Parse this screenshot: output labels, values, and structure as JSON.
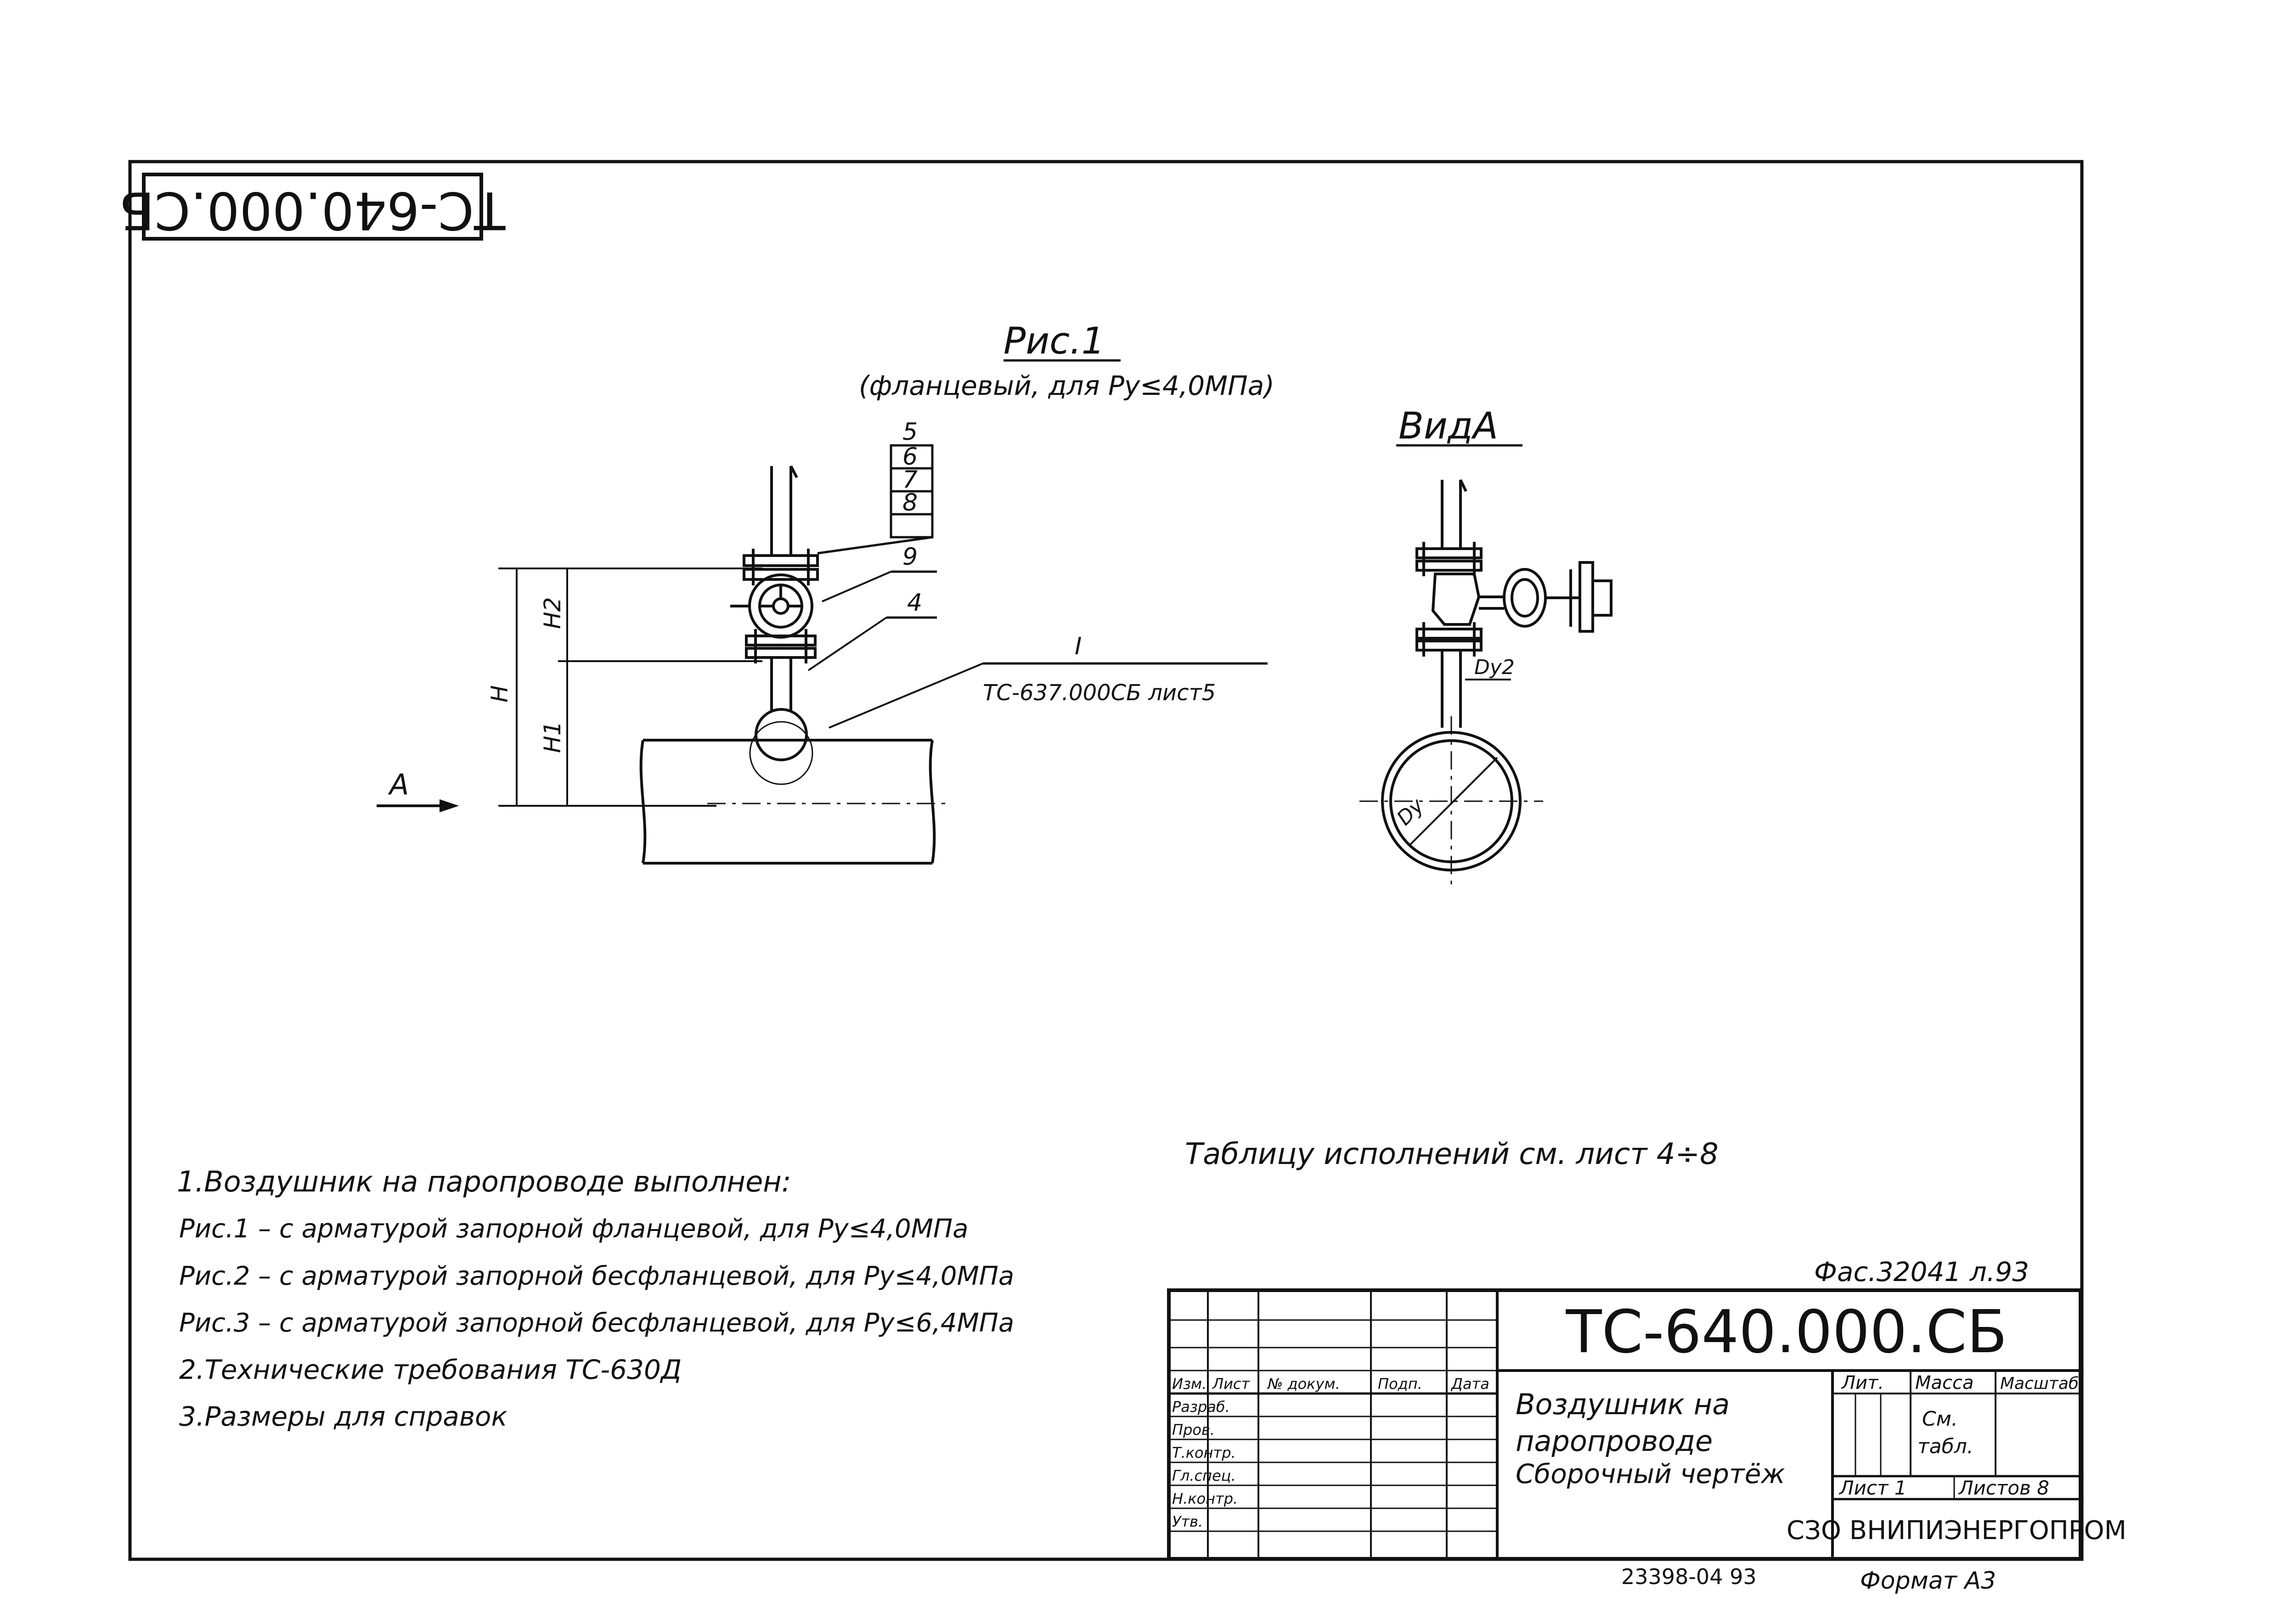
{
  "document": {
    "rotated_code": "ТС-640.000.СБ",
    "main_code": "ТС-640.000.СБ",
    "title_lines": [
      "Воздушник на",
      "паропроводе",
      "Сборочный чертёж"
    ],
    "inventory": "Фас.32041 л.93",
    "bottom_number": "23398-04 93",
    "format": "Формат А3"
  },
  "figure1": {
    "title": "Рис.1",
    "subtitle": "(фланцевый, для Ру≤4,0МПа)",
    "callouts": [
      "5",
      "6",
      "7",
      "8",
      "9",
      "4"
    ],
    "detail_mark": "I",
    "detail_ref": "ТС-637.000СБ лист5",
    "dim_H": "H",
    "dim_H1": "H1",
    "dim_H2": "H2",
    "view_arrow": "A"
  },
  "view_a": {
    "title": "ВидА",
    "pipe_label": "Dy",
    "branch_label": "Dy2"
  },
  "table_note": "Таблицу исполнений см. лист 4÷8",
  "notes": [
    "1.Воздушник на паропроводе выполнен:",
    "Рис.1 – с арматурой запорной фланцевой, для Ру≤4,0МПа",
    "Рис.2 – с арматурой запорной бесфланцевой, для Ру≤4,0МПа",
    "Рис.3 – с арматурой запорной бесфланцевой, для Ру≤6,4МПа",
    "2.Технические требования ТС-630Д",
    "3.Размеры для справок"
  ],
  "title_block": {
    "lit_label": "Лит.",
    "mass_label": "Масса",
    "scale_label": "Масштаб",
    "mass_value_1": "См.",
    "mass_value_2": "табл.",
    "sheet": "Лист 1",
    "sheets": "Листов 8",
    "organization": "СЗО ВНИПИЭНЕРГОПРОМ",
    "header_row": [
      "Изм.",
      "Лист",
      "№ докум.",
      "Подп.",
      "Дата"
    ],
    "roles": [
      "Разраб.",
      "Пров.",
      "Т.контр.",
      "Гл.спец.",
      "Н.контр.",
      "Утв."
    ]
  }
}
